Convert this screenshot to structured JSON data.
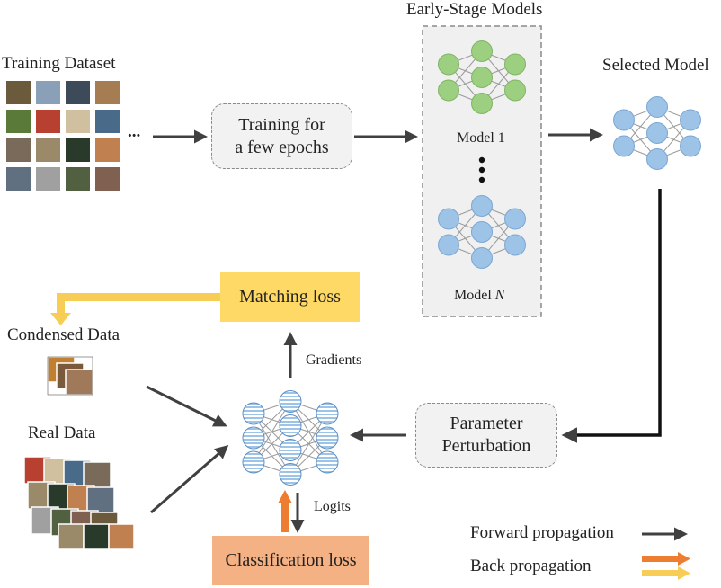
{
  "labels": {
    "training_dataset": "Training Dataset",
    "early_stage_models": "Early-Stage Models",
    "selected_model": "Selected Model",
    "model_1": "Model 1",
    "model_n_prefix": "Model ",
    "model_n_var": "N",
    "ellipsis": "...",
    "training_box_line1": "Training for",
    "training_box_line2": "a few epochs",
    "matching_loss": "Matching loss",
    "condensed_data": "Condensed Data",
    "gradients": "Gradients",
    "real_data": "Real Data",
    "param_line1": "Parameter",
    "param_line2": "Perturbation",
    "logits": "Logits",
    "classification_loss": "Classification loss",
    "forward_propagation": "Forward propagation",
    "back_propagation": "Back propagation"
  },
  "colors": {
    "green_node": "#9ccf7f",
    "blue_node": "#9dc3e6",
    "yellow": "#ffd966",
    "yellow_arrow": "#f8cd55",
    "orange": "#f4b183",
    "orange_arrow": "#ed7d31",
    "dark_arrow": "#404040",
    "panel": "#f0f0f0"
  }
}
